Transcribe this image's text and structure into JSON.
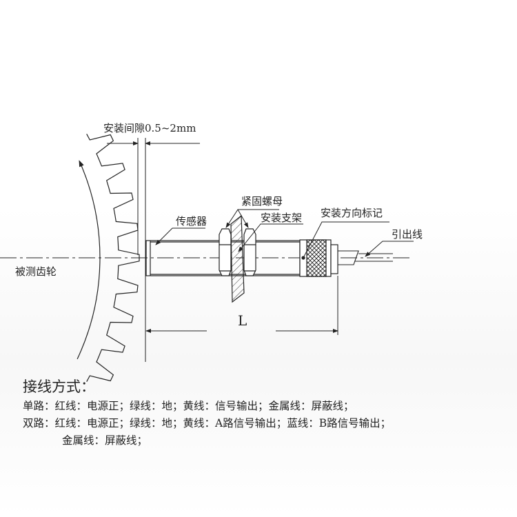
{
  "diagram": {
    "gap_label": "安装间隙0.5~2mm",
    "sensor_label": "传感器",
    "nut_label": "紧固螺母",
    "bracket_label": "安装支架",
    "direction_mark_label": "安装方向标记",
    "lead_wire_label": "引出线",
    "gear_label": "被测齿轮",
    "length_label": "L"
  },
  "wiring": {
    "title": "接线方式：",
    "single": "单路：红线：电源正；绿线：地；黄线：信号输出；金属线：屏蔽线；",
    "dual": "双路：红线：电源正；绿线：地；黄线：A路信号输出；蓝线：B路信号输出；",
    "dual_cont": "金属线：屏蔽线；"
  }
}
